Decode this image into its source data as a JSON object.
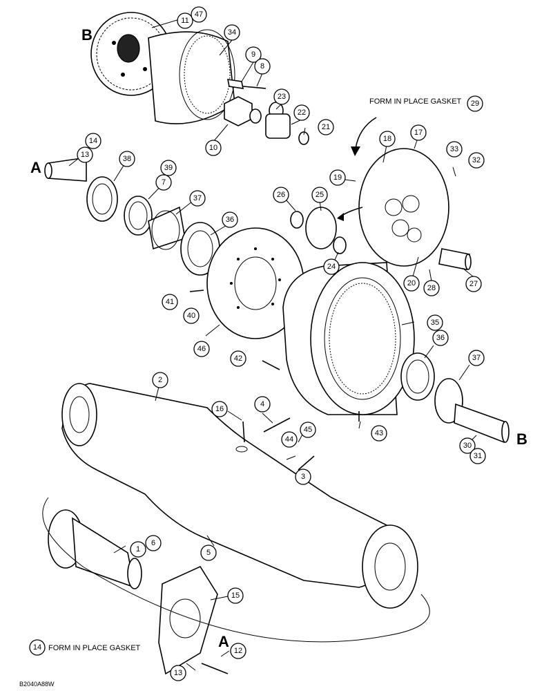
{
  "letters": [
    "B",
    "A",
    "A",
    "B"
  ],
  "notes": {
    "top_gasket": "FORM IN PLACE GASKET",
    "top_gasket_num": "29",
    "bottom_gasket": "FORM IN PLACE GASKET",
    "bottom_gasket_num": "14"
  },
  "drawing_code": "B2040A88W",
  "callouts": [
    "11",
    "47",
    "34",
    "9",
    "8",
    "23",
    "22",
    "10",
    "21",
    "14",
    "13",
    "38",
    "39",
    "7",
    "37",
    "36",
    "18",
    "17",
    "33",
    "32",
    "19",
    "26",
    "25",
    "24",
    "20",
    "28",
    "27",
    "41",
    "40",
    "46",
    "42",
    "35",
    "36",
    "37",
    "30",
    "31",
    "2",
    "16",
    "4",
    "45",
    "44",
    "3",
    "43",
    "1",
    "6",
    "5",
    "15",
    "12",
    "13"
  ]
}
